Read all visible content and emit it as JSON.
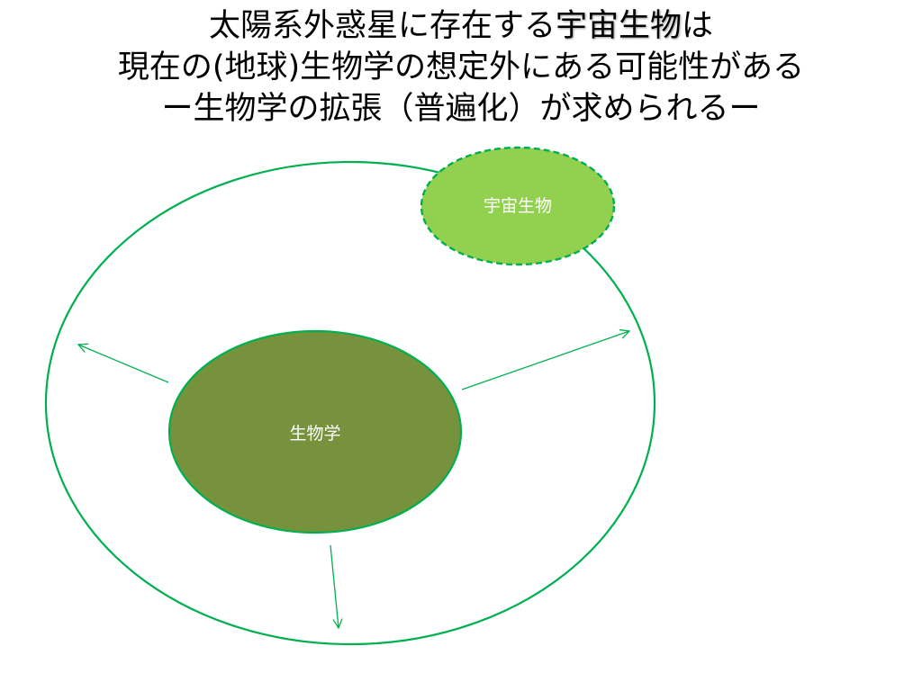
{
  "title": {
    "line1_prefix": "太陽系外惑星に存在する",
    "line1_highlight": "宇宙生物",
    "line1_suffix": "は",
    "line2": "現在の(地球)生物学の想定外にある可能性がある",
    "line3": "ー生物学の拡張（普遍化）が求められるー"
  },
  "diagram": {
    "inner_node": {
      "label": "生物学",
      "fill": "#76923c",
      "stroke": "#00b050"
    },
    "outer_node": {
      "label": "宇宙生物",
      "fill": "#92d050",
      "stroke": "#00b050"
    },
    "boundary_stroke": "#00b050",
    "arrow_color": "#00b050"
  }
}
